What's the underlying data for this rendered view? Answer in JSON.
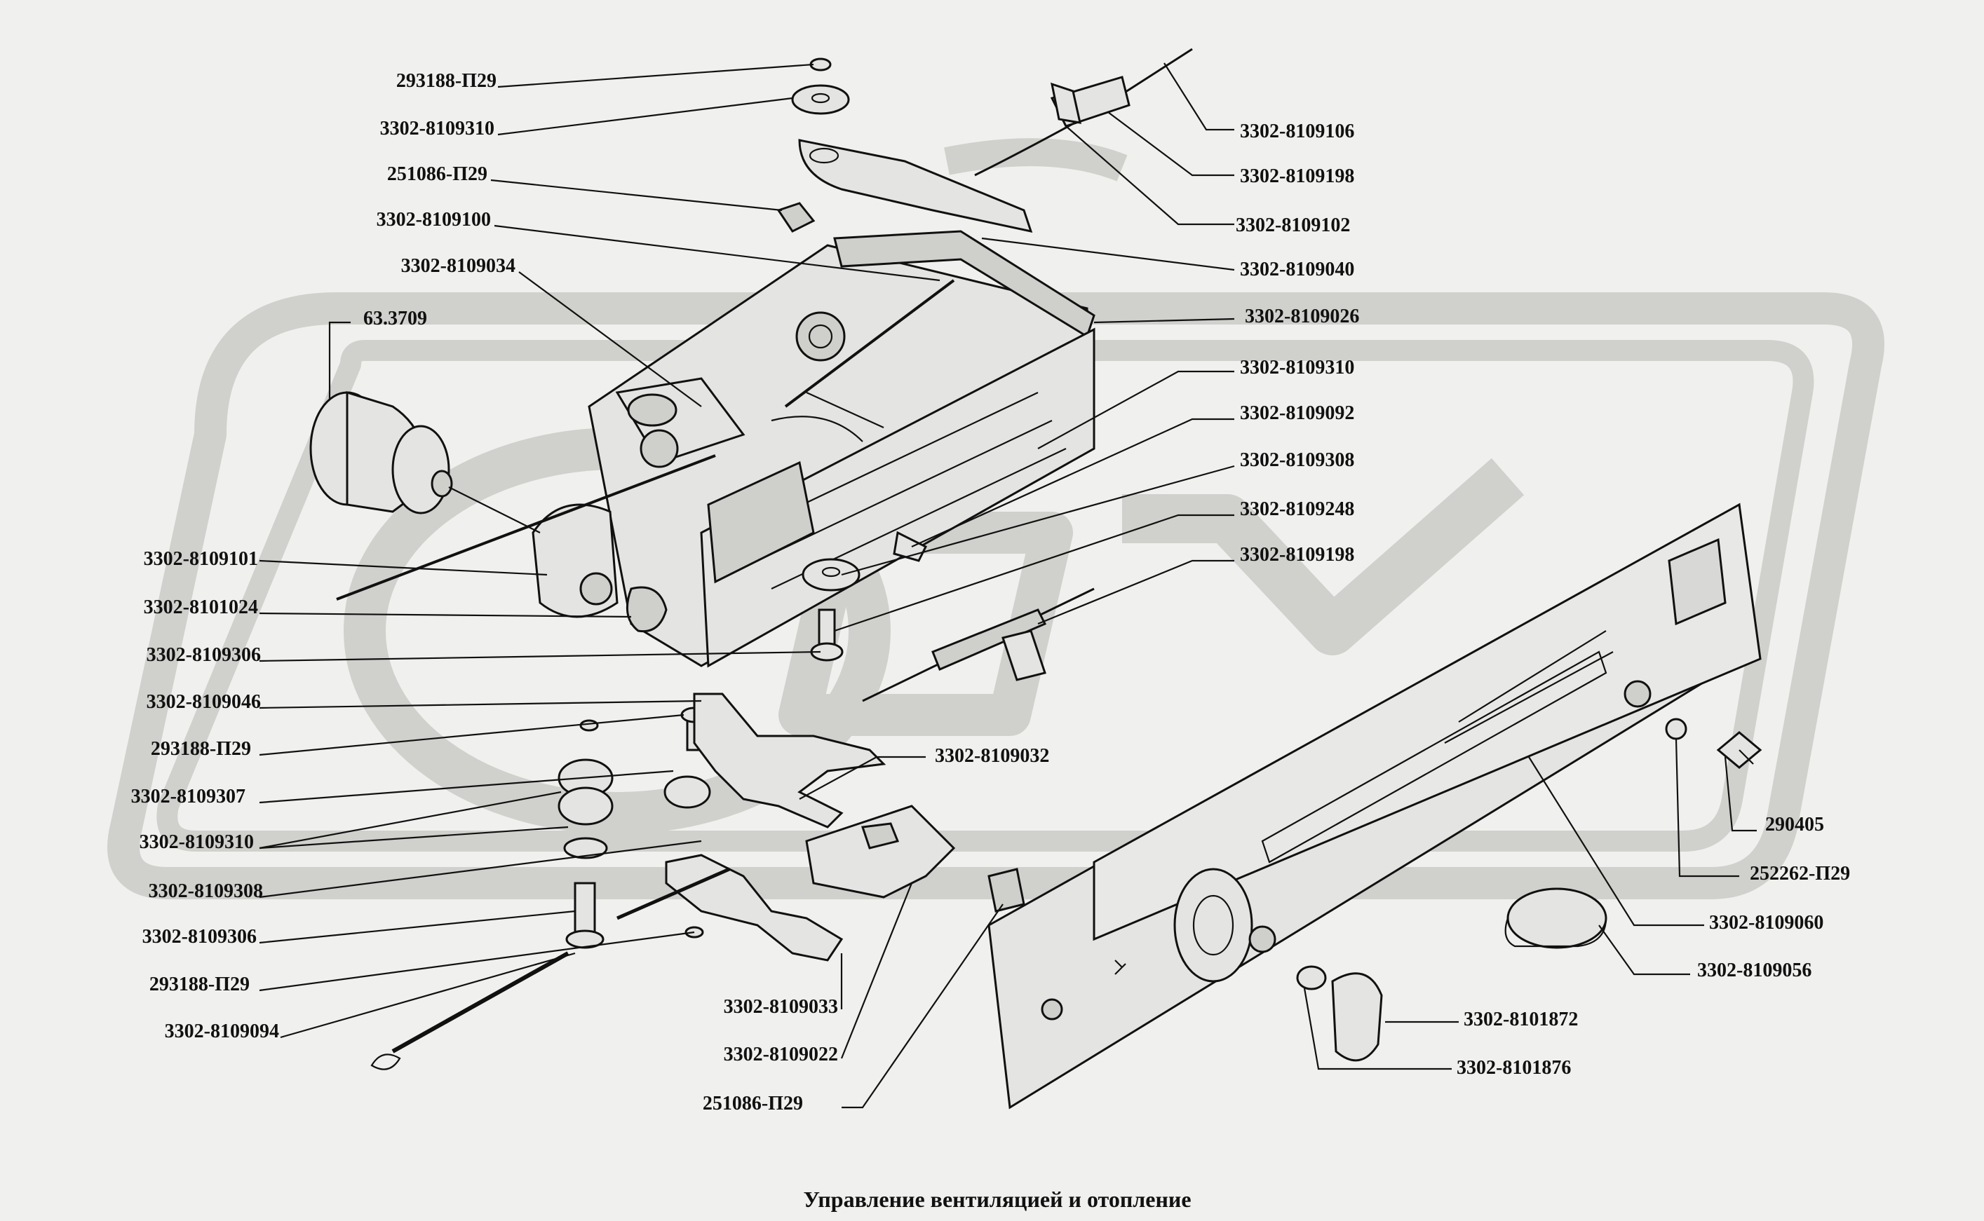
{
  "caption": "Управление вентиляцией и отопление",
  "labels_left": [
    "293188-П29",
    "3302-8109310",
    "251086-П29",
    "3302-8109100",
    "3302-8109034",
    "63.3709",
    "3302-8109101",
    "3302-8101024",
    "3302-8109306",
    "3302-8109046",
    "293188-П29",
    "3302-8109307",
    "3302-8109310",
    "3302-8109308",
    "3302-8109306",
    "293188-П29",
    "3302-8109094"
  ],
  "labels_right": [
    "3302-8109106",
    "3302-8109198",
    "3302-8109102",
    "3302-8109040",
    "3302-8109026",
    "3302-8109310",
    "3302-8109092",
    "3302-8109308",
    "3302-8109248",
    "3302-8109198"
  ],
  "labels_center": [
    "3302-8109032",
    "3302-8109033",
    "3302-8109022",
    "251086-П29"
  ],
  "labels_bottom_right": [
    "290405",
    "252262-П29",
    "3302-8109060",
    "3302-8109056",
    "3302-8101872",
    "3302-8101876"
  ]
}
